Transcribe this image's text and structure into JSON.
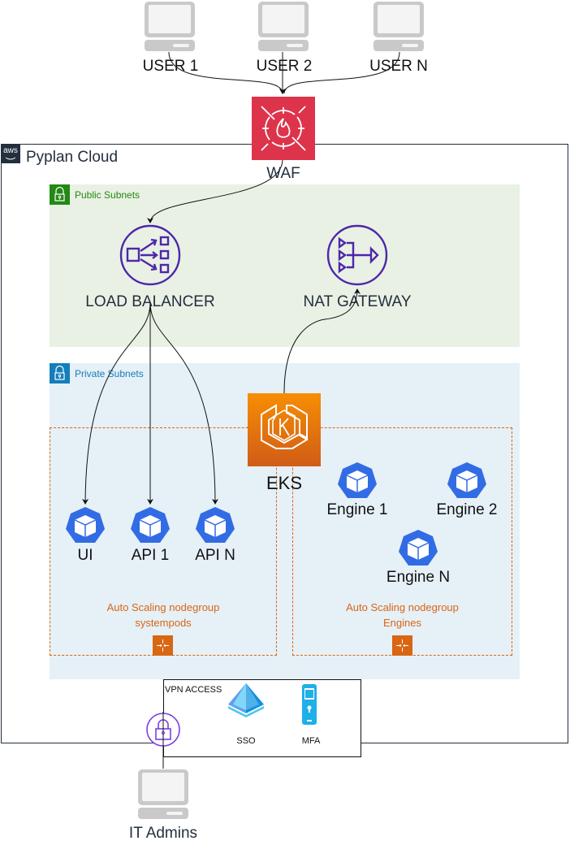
{
  "diagram": {
    "title": "Pyplan Cloud",
    "provider_badge": "aws",
    "users": [
      {
        "label": "USER 1",
        "icon": "desktop-computer-icon"
      },
      {
        "label": "USER 2",
        "icon": "desktop-computer-icon"
      },
      {
        "label": "USER N",
        "icon": "desktop-computer-icon"
      }
    ],
    "waf": {
      "label": "WAF",
      "icon": "waf-firewall-icon",
      "color": "#dd344c"
    },
    "public_subnets": {
      "label": "Public Subnets",
      "color": "#248814",
      "bg": "#e9f1e4"
    },
    "private_subnets": {
      "label": "Private Subnets",
      "color": "#147eba",
      "bg": "#e6f0f7"
    },
    "load_balancer": {
      "label": "LOAD BALANCER",
      "icon": "elastic-load-balancer-icon",
      "color": "#4d27aa"
    },
    "nat_gateway": {
      "label": "NAT GATEWAY",
      "icon": "nat-gateway-icon",
      "color": "#4d27aa"
    },
    "eks": {
      "label": "EKS",
      "icon": "eks-kubernetes-icon",
      "color": "#ed7100"
    },
    "nodegroup_system": {
      "label_line1": "Auto Scaling nodegroup",
      "label_line2": "systempods",
      "pods": [
        {
          "label": "UI"
        },
        {
          "label": "API 1"
        },
        {
          "label": "API N"
        }
      ]
    },
    "nodegroup_engines": {
      "label_line1": "Auto Scaling nodegroup",
      "label_line2": "Engines",
      "pods": [
        {
          "label": "Engine 1"
        },
        {
          "label": "Engine 2"
        },
        {
          "label": "Engine N"
        }
      ]
    },
    "vpn": {
      "label": "VPN ACCESS",
      "sso_label": "SSO",
      "mfa_label": "MFA"
    },
    "admins": {
      "label": "IT Admins",
      "icon": "desktop-computer-icon"
    },
    "accent_orange": "#d86613",
    "pod_blue": "#326ce5"
  }
}
